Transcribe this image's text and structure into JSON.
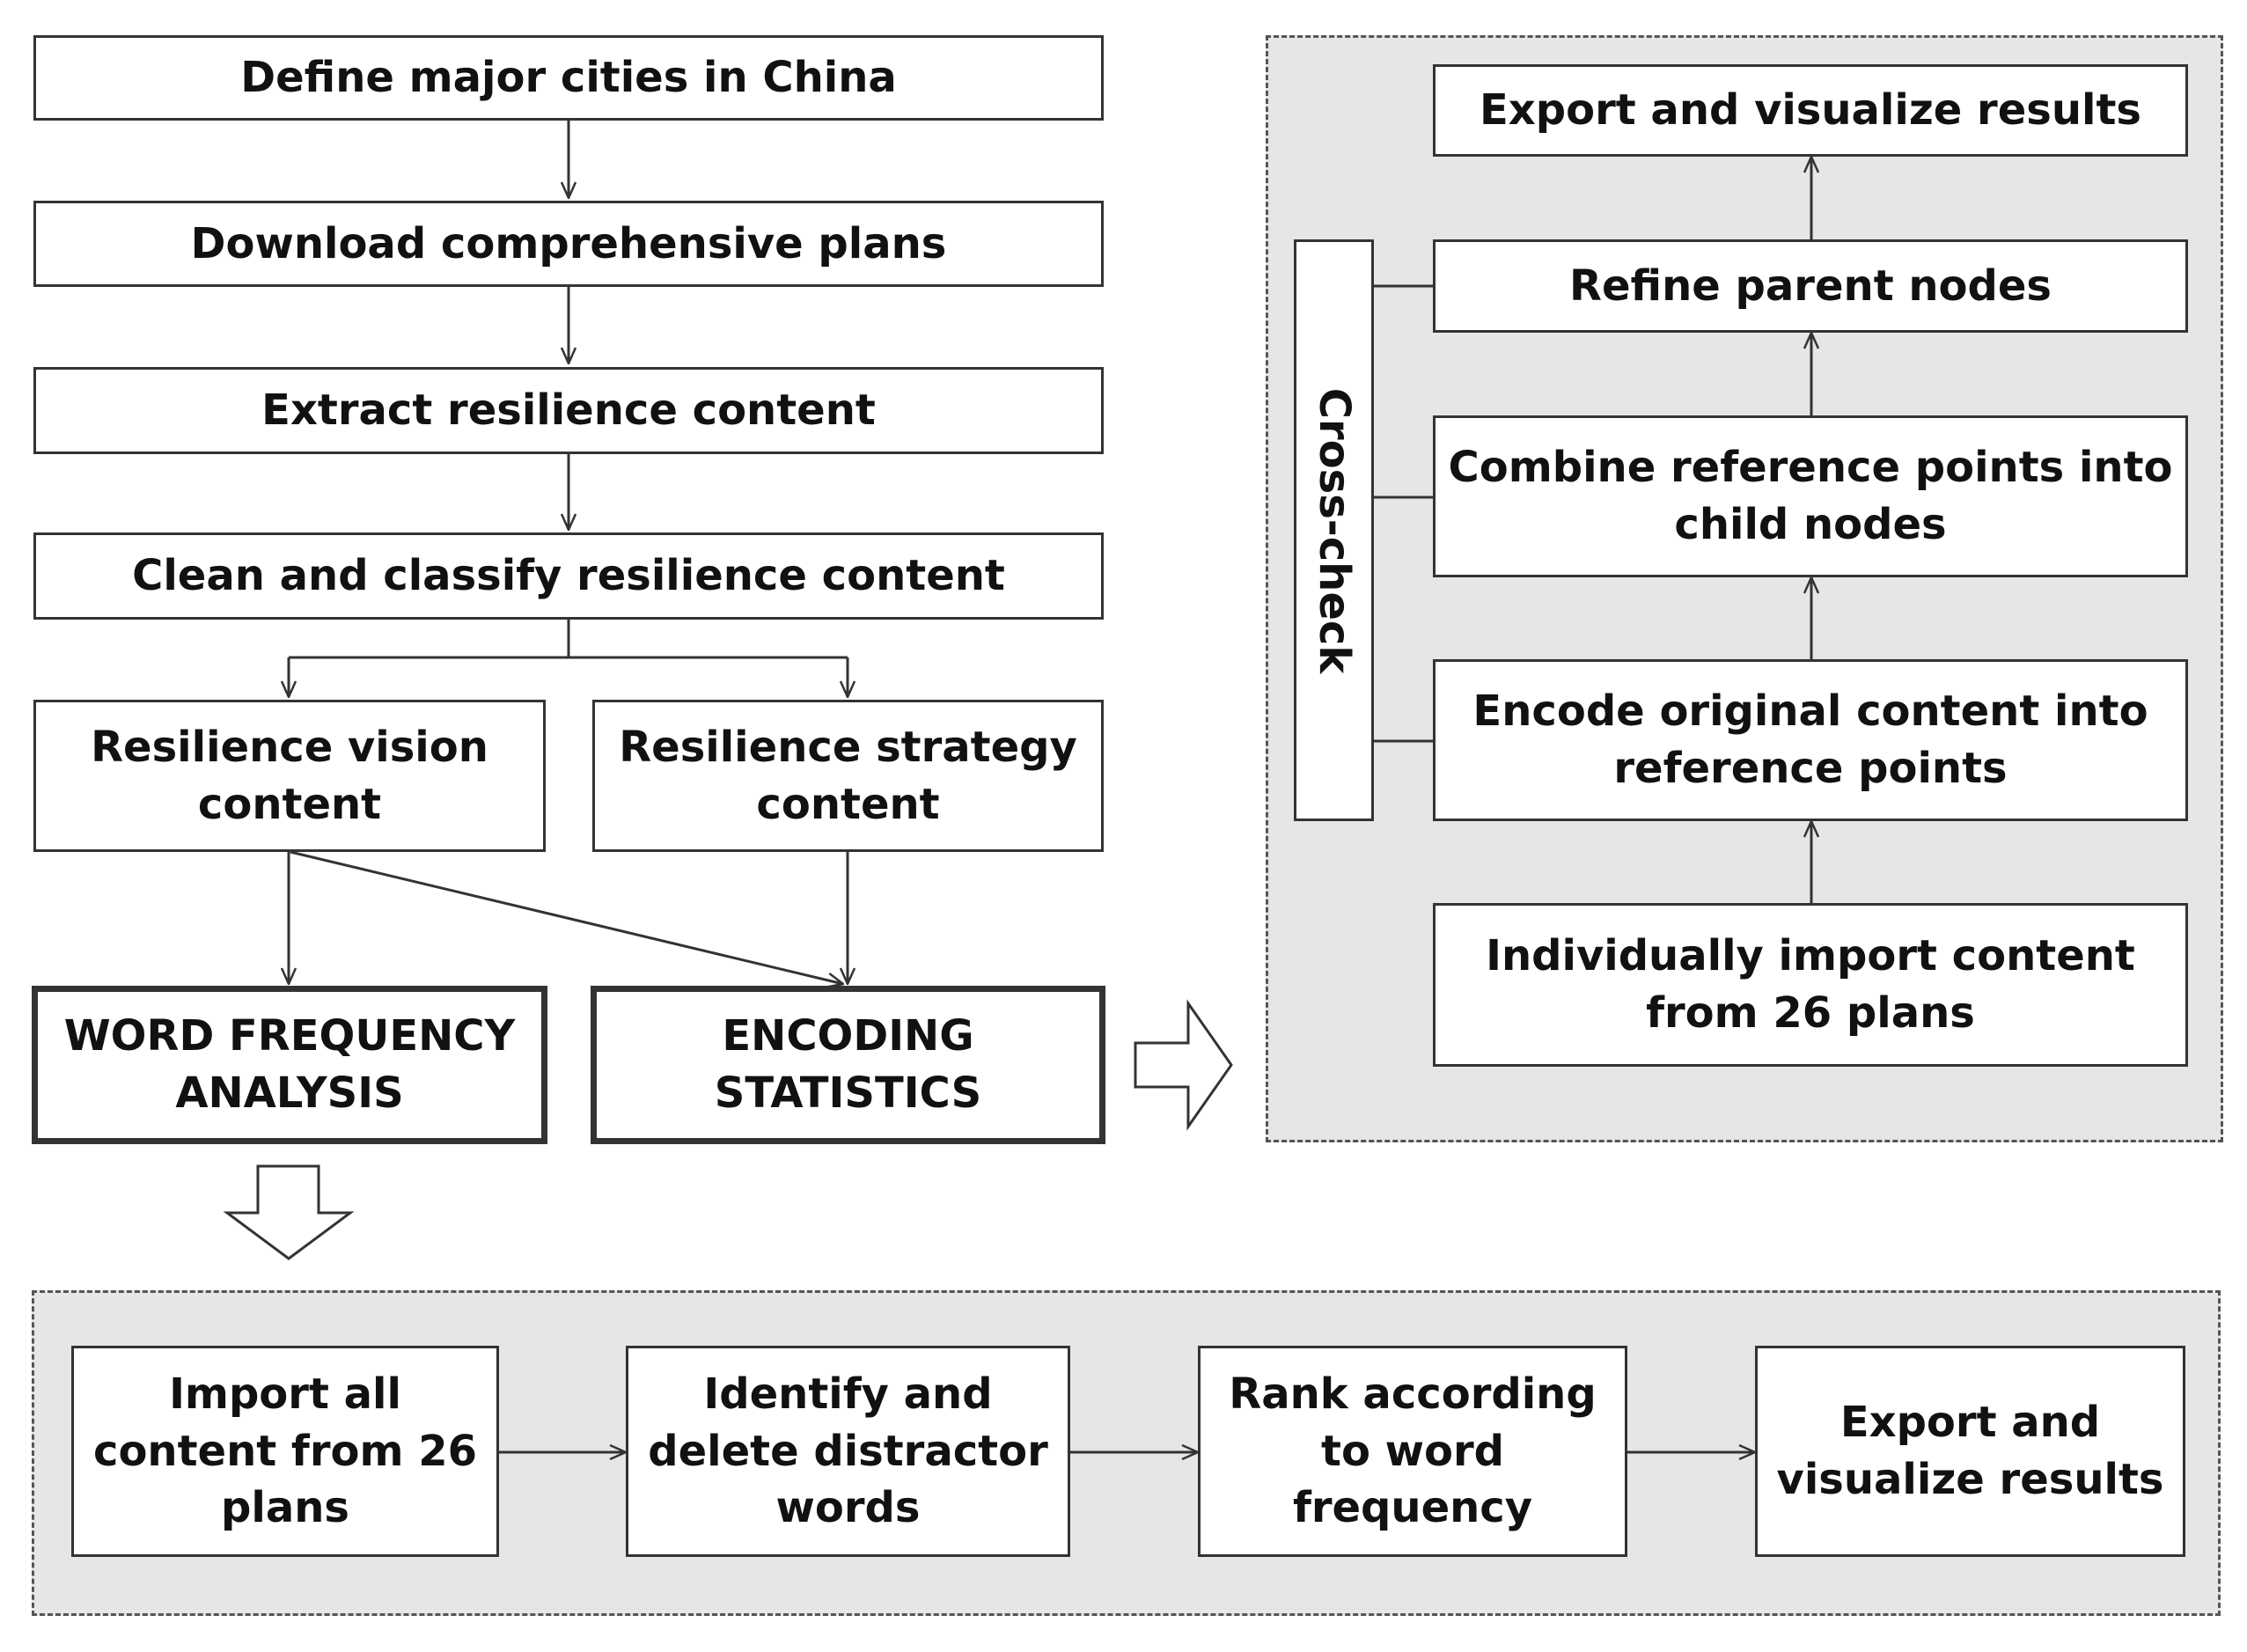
{
  "left_flow": {
    "step1": "Define major cities in China",
    "step2": "Download comprehensive plans",
    "step3": "Extract resilience content",
    "step4": "Clean and classify resilience content",
    "vision_line1": "Resilience vision",
    "vision_line2": "content",
    "strategy_line1": "Resilience strategy",
    "strategy_line2": "content",
    "wfa_line1": "WORD FREQUENCY",
    "wfa_line2": "ANALYSIS",
    "enc_line1": "ENCODING",
    "enc_line2": "STATISTICS"
  },
  "encoding_panel": {
    "cross_check": "Cross-check",
    "export": "Export and visualize results",
    "refine": "Refine parent nodes",
    "combine_line1": "Combine reference points into",
    "combine_line2": "child nodes",
    "encode_line1": "Encode original content into",
    "encode_line2": "reference points",
    "import_line1": "Individually import content",
    "import_line2": "from 26 plans"
  },
  "word_panel": {
    "import_line1": "Import all",
    "import_line2": "content from 26",
    "import_line3": "plans",
    "identify_line1": "Identify and",
    "identify_line2": "delete distractor",
    "identify_line3": "words",
    "rank_line1": "Rank according",
    "rank_line2": "to word",
    "rank_line3": "frequency",
    "export_line1": "Export and",
    "export_line2": "visualize results"
  },
  "colors": {
    "panel_fill": "#e6e6e6",
    "border": "#333333",
    "text": "#111111"
  }
}
